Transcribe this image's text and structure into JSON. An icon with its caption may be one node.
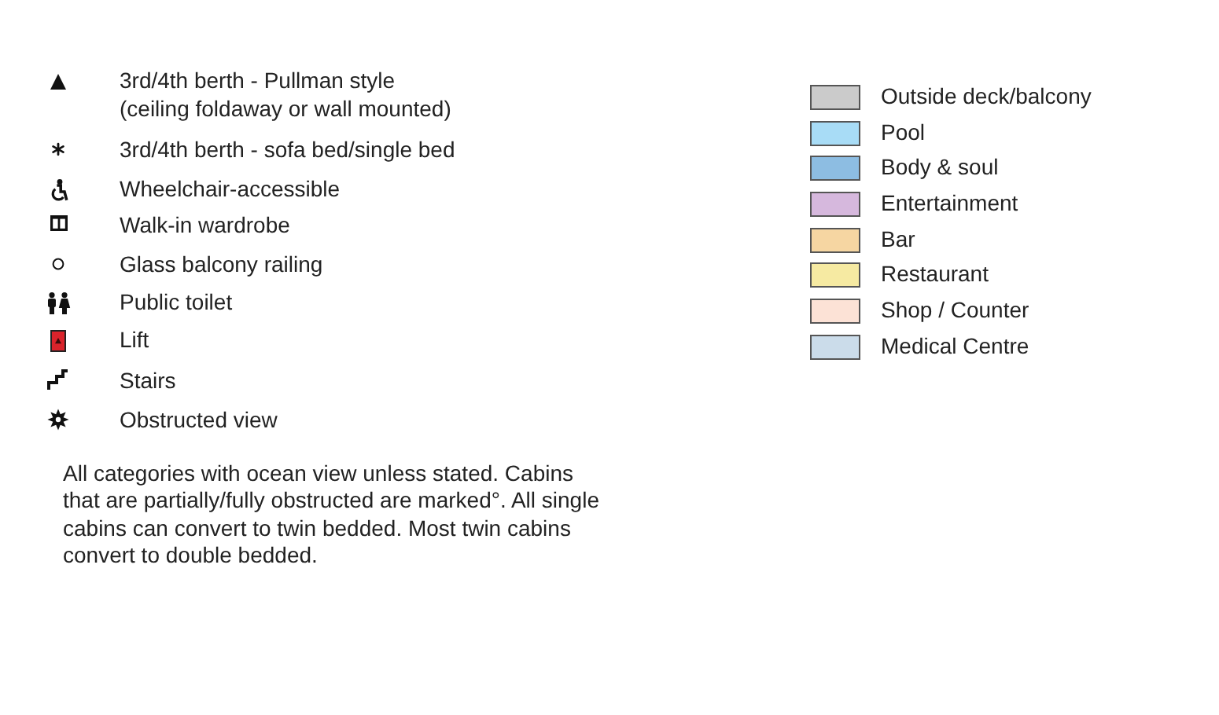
{
  "diagram": {
    "labels": [
      "All categories with ocean view unless stated. Cabins that are partially/fully obstructed are marked°. All single cabins can convert to twin bedded. Most twin cabins convert to double bedded."
    ],
    "legend": [
      {
        "text": "3rd/4th berth - Pullman style (ceiling foldaway or wall mounted)"
      },
      {
        "text": "3rd/4th berth - sofa bed/single bed"
      },
      {
        "text": "Wheelchair-accessible"
      },
      {
        "text": "Walk-in wardrobe"
      },
      {
        "text": "Glass balcony railing"
      },
      {
        "text": "Public toilet"
      },
      {
        "text": "Lift"
      },
      {
        "text": "Stairs"
      },
      {
        "text": "Obstructed view"
      },
      {
        "text": "Outside deck/balcony",
        "color": "#cbcbcb"
      },
      {
        "text": "Pool",
        "color": "#a8dcf6"
      },
      {
        "text": "Body & soul",
        "color": "#8dbde2"
      },
      {
        "text": "Entertainment",
        "color": "#d6b8dd"
      },
      {
        "text": "Bar",
        "color": "#f6d6a2"
      },
      {
        "text": "Restaurant",
        "color": "#f6eaa2"
      },
      {
        "text": "Shop / Counter",
        "color": "#fce2d6"
      },
      {
        "text": "Medical Centre",
        "color": "#cbdcea"
      }
    ]
  }
}
